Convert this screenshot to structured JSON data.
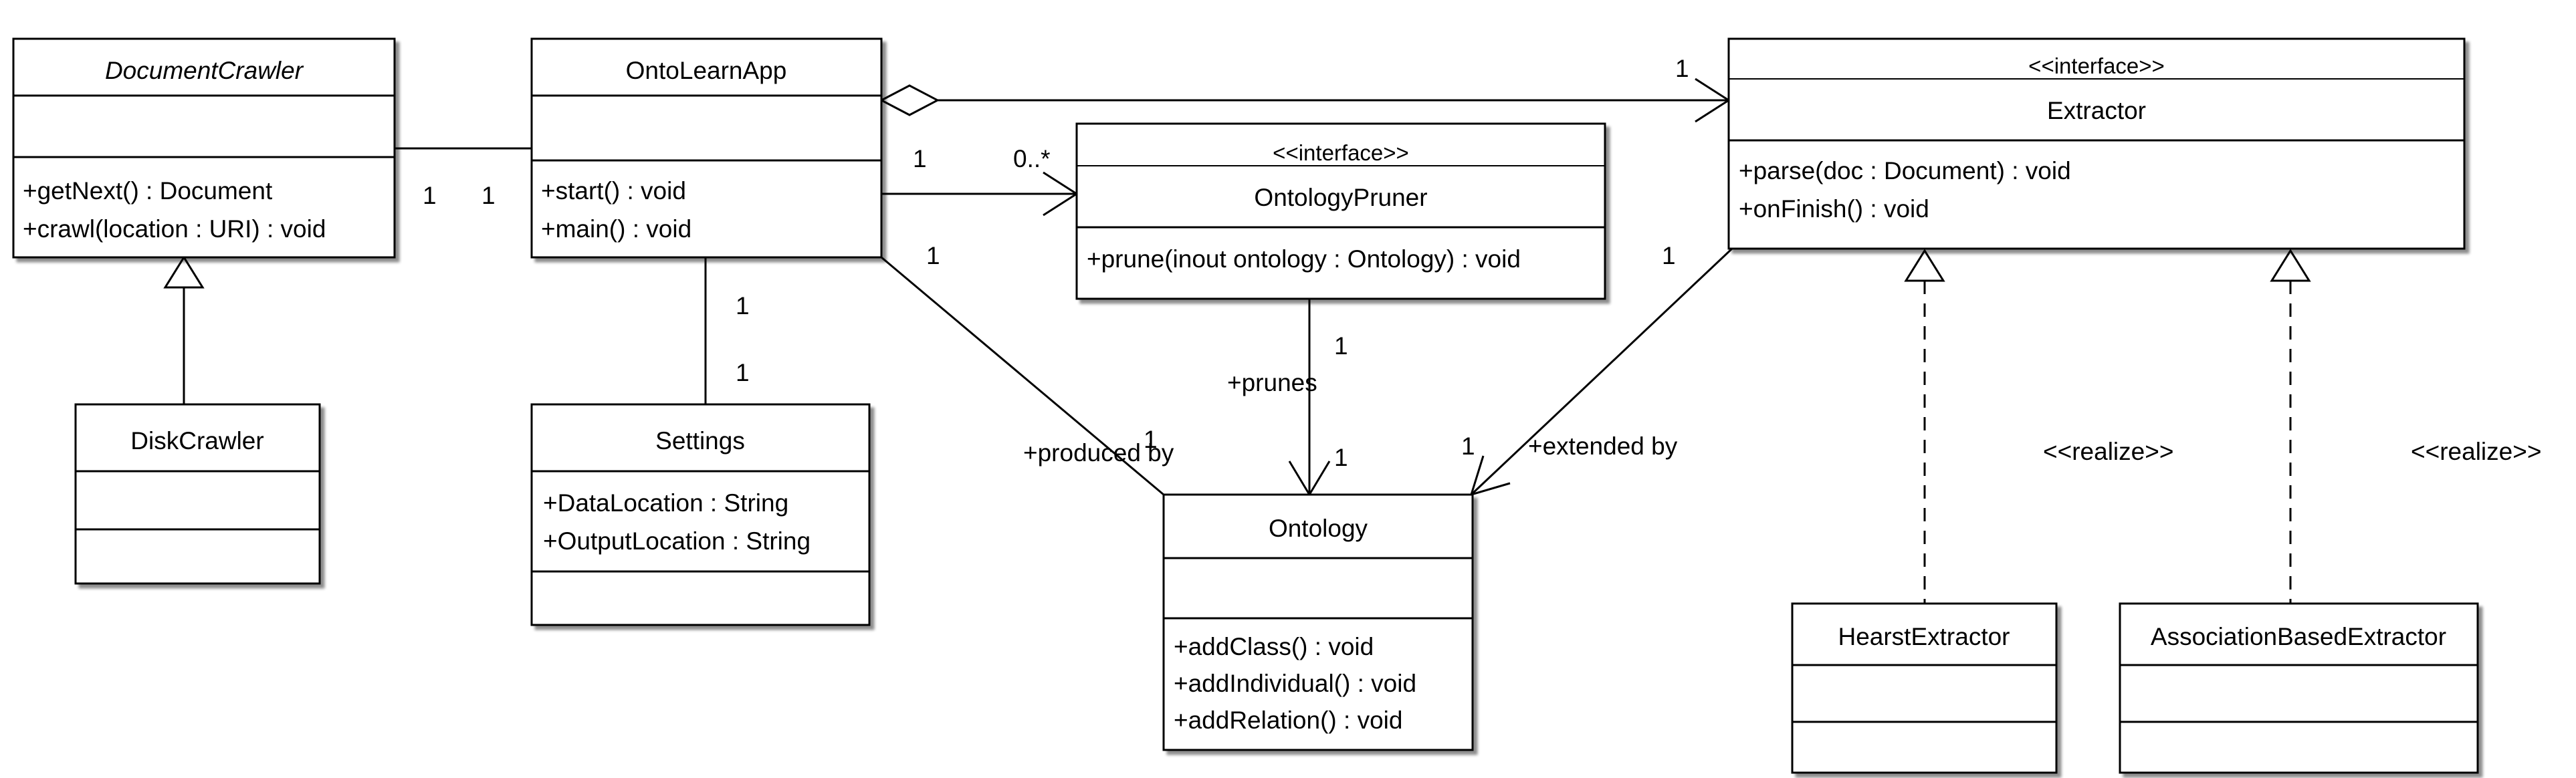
{
  "classes": {
    "document_crawler": {
      "name": "DocumentCrawler",
      "operations": [
        "+getNext() : Document",
        "+crawl(location : URI) : void"
      ]
    },
    "onto_learn_app": {
      "name": "OntoLearnApp",
      "operations": [
        "+start() : void",
        "+main() : void"
      ]
    },
    "extractor": {
      "stereotype": "<<interface>>",
      "name": "Extractor",
      "operations": [
        "+parse(doc : Document) : void",
        "+onFinish() : void"
      ]
    },
    "ontology_pruner": {
      "stereotype": "<<interface>>",
      "name": "OntologyPruner",
      "operations": [
        "+prune(inout ontology : Ontology) : void"
      ]
    },
    "disk_crawler": {
      "name": "DiskCrawler"
    },
    "settings": {
      "name": "Settings",
      "attributes": [
        "+DataLocation : String",
        "+OutputLocation : String"
      ]
    },
    "ontology": {
      "name": "Ontology",
      "operations": [
        "+addClass() : void",
        "+addIndividual() : void",
        "+addRelation() : void"
      ]
    },
    "hearst_extractor": {
      "name": "HearstExtractor"
    },
    "association_based_extractor": {
      "name": "AssociationBasedExtractor"
    }
  },
  "relations": {
    "crawler_app": {
      "left_mult": "1",
      "right_mult": "1"
    },
    "app_extractor": {
      "target_mult": "1"
    },
    "app_pruner": {
      "source_mult": "1",
      "target_mult": "0..*"
    },
    "app_settings": {
      "source_mult": "1",
      "target_mult": "1"
    },
    "app_ontology": {
      "source_mult": "1",
      "target_mult": "1",
      "role": "+produced by"
    },
    "pruner_ontology": {
      "source_mult": "1",
      "target_mult": "1",
      "role": "+prunes"
    },
    "extractor_ontology": {
      "source_mult": "1",
      "target_mult": "1",
      "role": "+extended by"
    },
    "hearst_realize": {
      "label": "<<realize>>"
    },
    "association_realize": {
      "label": "<<realize>>"
    }
  },
  "colors": {
    "line": "#000000",
    "fill": "#ffffff"
  }
}
